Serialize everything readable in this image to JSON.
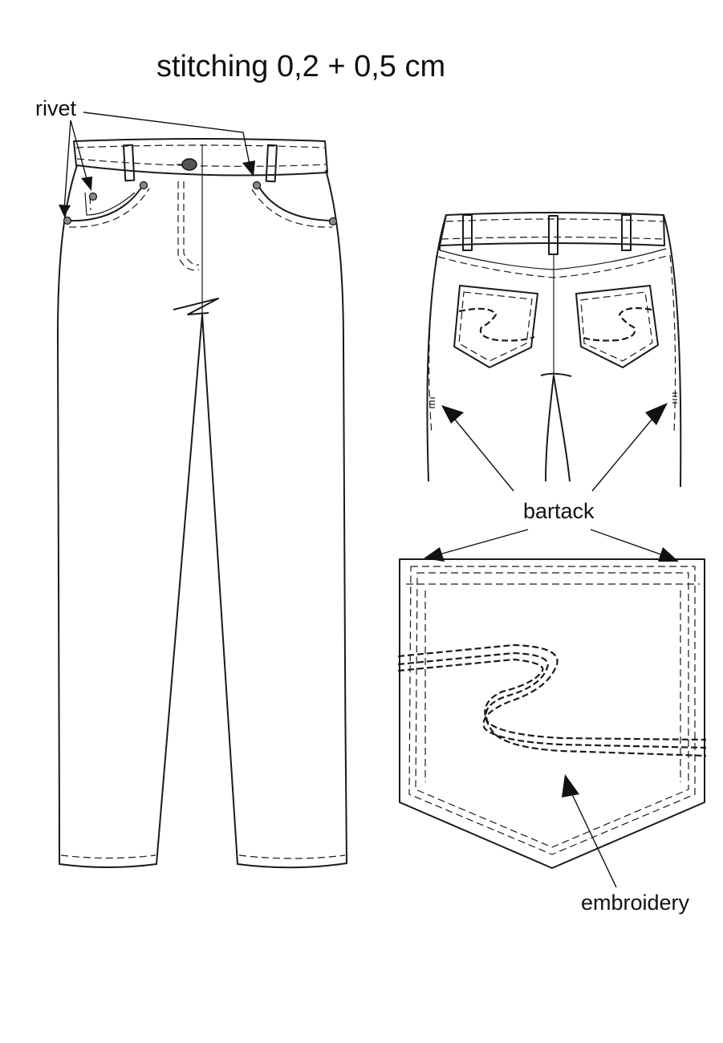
{
  "title": "stitching 0,2 + 0,5 cm",
  "callouts": {
    "rivet": "rivet",
    "bartack": "bartack",
    "embroidery": "embroidery"
  },
  "colors": {
    "line": "#1a1a1a",
    "rivet_fill": "#888888",
    "button_fill": "#555555"
  }
}
